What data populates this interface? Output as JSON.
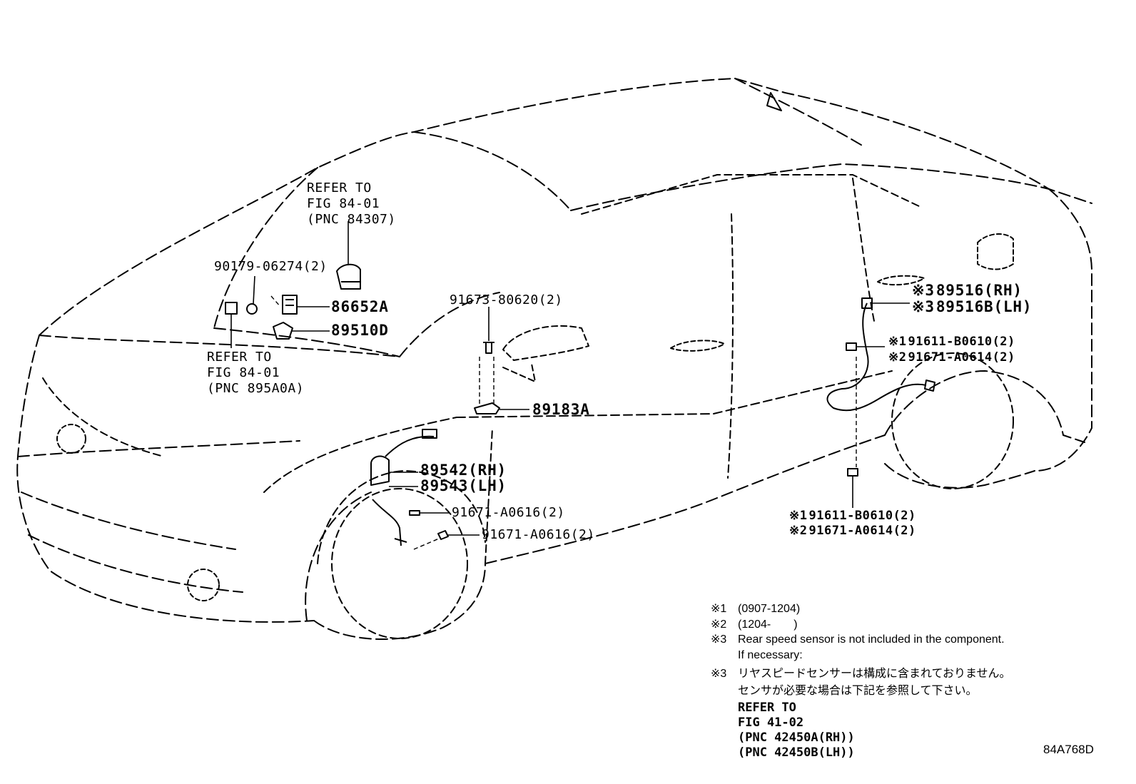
{
  "diagram_code": "84A768D",
  "callouts": {
    "refer_top": [
      "REFER TO",
      "FIG 84-01",
      "(PNC 84307)"
    ],
    "refer_left": [
      "REFER TO",
      "FIG 84-01",
      "(PNC 895A0A)"
    ],
    "bolt_90179": "90179-06274(2)",
    "part_86652A": "86652A",
    "part_89510D": "89510D",
    "bolt_91673": "91673-80620(2)",
    "part_89183A": "89183A",
    "part_89542": "89542(RH)",
    "part_89543": "89543(LH)",
    "bolt_front_1": "91671-A0616(2)",
    "bolt_front_2": "91671-A0616(2)",
    "rear_mark_89516": "※3",
    "rear_89516": "89516(RH)",
    "rear_mark_89516B": "※3",
    "rear_89516B": "89516B(LH)",
    "rear_upper_mark_1": "※1",
    "rear_upper_1": "91611-B0610(2)",
    "rear_upper_mark_2": "※2",
    "rear_upper_2": "91671-A0614(2)",
    "rear_lower_mark_1": "※1",
    "rear_lower_1": "91611-B0610(2)",
    "rear_lower_mark_2": "※2",
    "rear_lower_2": "91671-A0614(2)"
  },
  "notes": {
    "n1_mark": "※1",
    "n1": "(0907-1204)",
    "n2_mark": "※2",
    "n2": "(1204-　　)",
    "n3_mark": "※3",
    "n3_line1": "Rear speed sensor is not included in the component.",
    "n3_line2": "If necessary:",
    "n3jp_mark": "※3",
    "n3jp_line1": "リヤスピードセンサーは構成に含まれておりません。",
    "n3jp_line2": "センサが必要な場合は下記を参照して下さい。",
    "refer": [
      "REFER TO",
      "FIG 41-02",
      "(PNC 42450A(RH))",
      "(PNC 42450B(LH))"
    ]
  }
}
